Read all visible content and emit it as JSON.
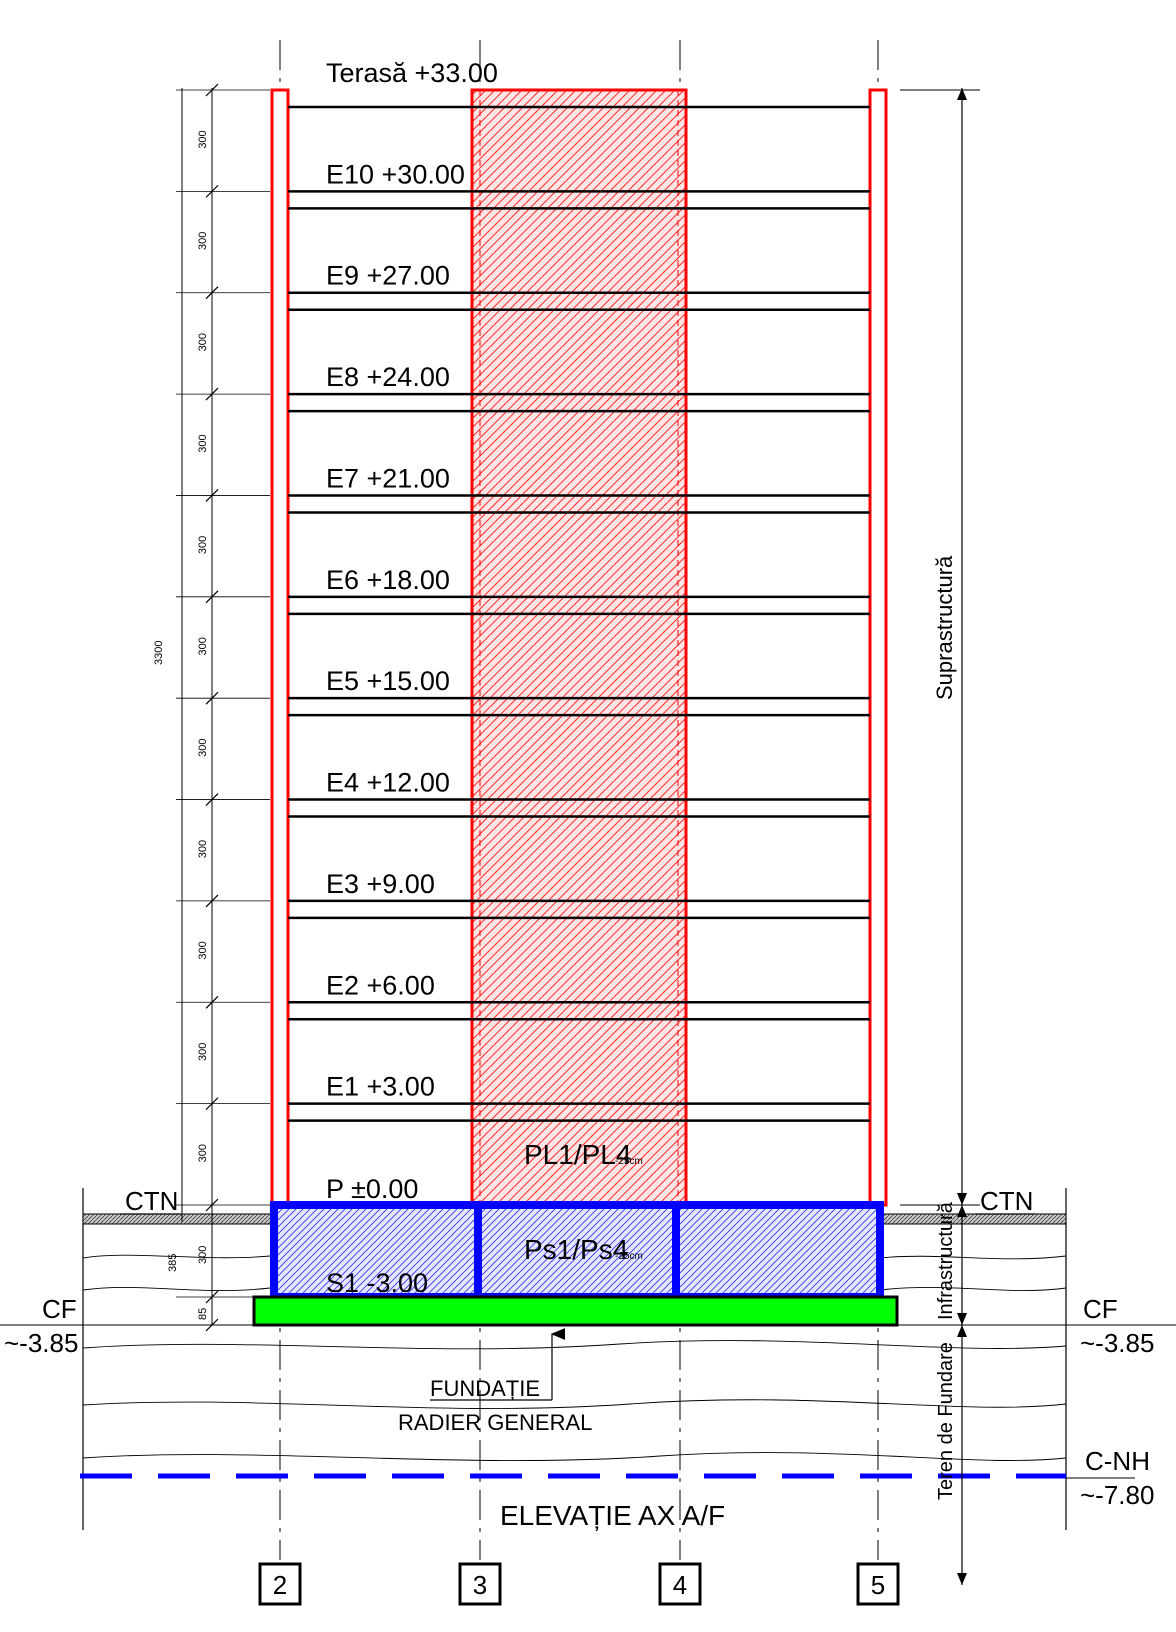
{
  "title": "ELEVAȚIE AX A/F",
  "levels": [
    {
      "label": "Terasă +33.00"
    },
    {
      "label": "E10 +30.00"
    },
    {
      "label": "E9 +27.00"
    },
    {
      "label": "E8 +24.00"
    },
    {
      "label": "E7 +21.00"
    },
    {
      "label": "E6 +18.00"
    },
    {
      "label": "E5 +15.00"
    },
    {
      "label": "E4 +12.00"
    },
    {
      "label": "E3 +9.00"
    },
    {
      "label": "E2 +6.00"
    },
    {
      "label": "E1 +3.00"
    },
    {
      "label": "P  ±0.00"
    },
    {
      "label": "S1 -3.00"
    }
  ],
  "dimensions": {
    "story": "300",
    "total": "3300",
    "basement": "385",
    "raft": "85"
  },
  "wall_labels": {
    "upper_main": "PL1/PL4",
    "upper_sub": "-25cm",
    "lower_main": "Ps1/Ps4",
    "lower_sub": "-25cm"
  },
  "ground": {
    "ctn_left": "CTN",
    "ctn_right": "CTN",
    "cf_left": "CF",
    "cf_left_value": "~-3.85",
    "cf_right": "CF",
    "cf_right_value": "~-3.85",
    "cnh": "C-NH",
    "cnh_value": "~-7.80"
  },
  "foundation": {
    "line1": "FUNDAȚIE",
    "line2": "RADIER GENERAL"
  },
  "zones": {
    "super": "Suprastructură",
    "infra": "Infrastructură",
    "soil": "Teren de Fundare"
  },
  "axes": [
    "2",
    "3",
    "4",
    "5"
  ],
  "colors": {
    "wall": "#ff0000",
    "infra": "#0000ff",
    "raft": "#00ff00",
    "groundwater": "#0000ff"
  }
}
